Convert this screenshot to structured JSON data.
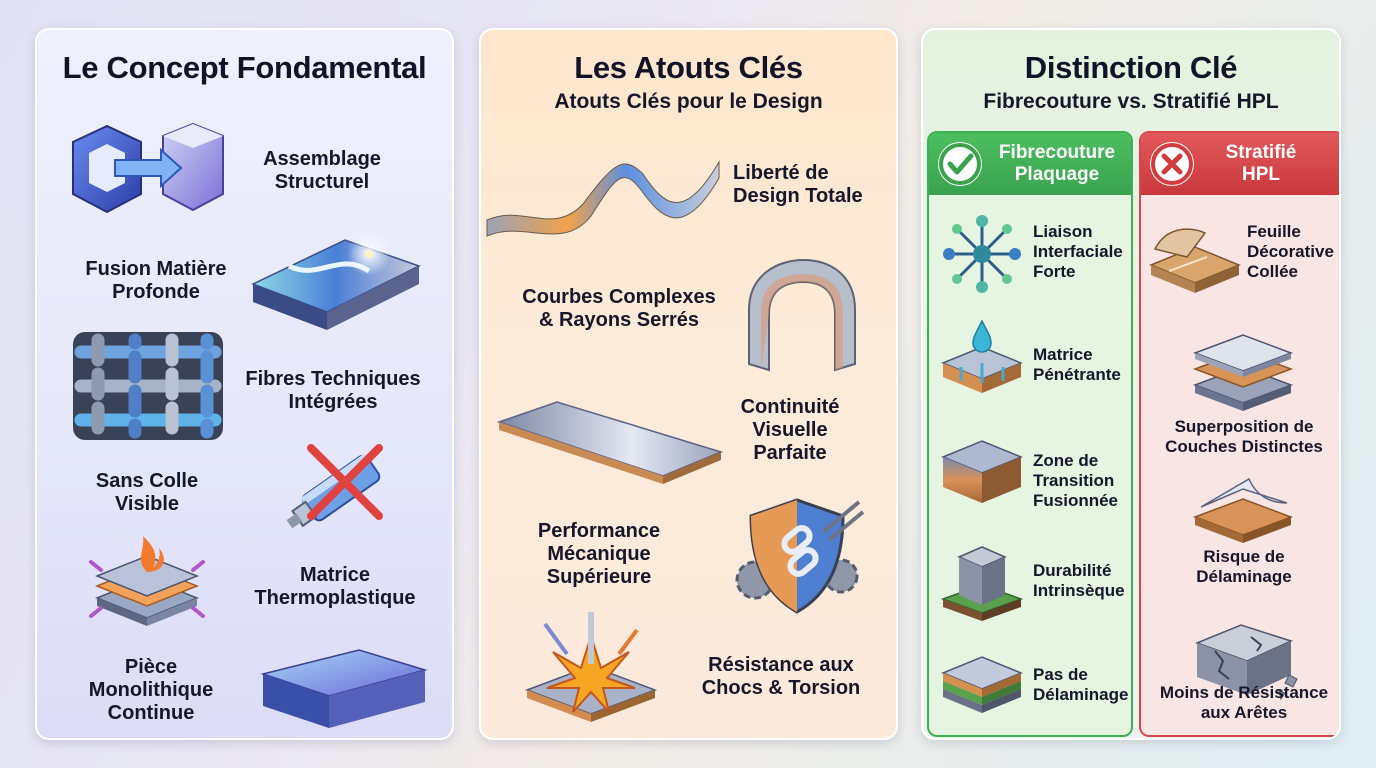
{
  "concept": {
    "title": "Le Concept Fondamental",
    "items": [
      "Assemblage\nStructurel",
      "Fusion Matière\nProfonde",
      "Fibres Techniques\nIntégrées",
      "Sans Colle\nVisible",
      "Matrice\nThermoplastique",
      "Pièce\nMonolithique\nContinue"
    ]
  },
  "atouts": {
    "title": "Les Atouts Clés",
    "subtitle": "Atouts Clés pour le Design",
    "items": [
      "Liberté de\nDesign Totale",
      "Courbes Complexes\n& Rayons Serrés",
      "Continuité\nVisuelle\nParfaite",
      "Performance\nMécanique\nSupérieure",
      "Résistance aux\nChocs & Torsion"
    ]
  },
  "distinction": {
    "title": "Distinction Clé",
    "subtitle": "Fibrecouture vs. Stratifié HPL",
    "fibrecouture": {
      "header": "Fibrecouture\nPlaquage",
      "items": [
        "Liaison\nInterfaciale\nForte",
        "Matrice\nPénétrante",
        "Zone de\nTransition\nFusionnée",
        "Durabilité\nIntrinsèque",
        "Pas de\nDélaminage"
      ]
    },
    "hpl": {
      "header": "Stratifié\nHPL",
      "items": [
        "Feuille\nDécorative\nCollée",
        "Superposition de\nCouches Distinctes",
        "Risque de\nDélaminage",
        "Moins de Résistance\naux Arêtes"
      ]
    }
  },
  "colors": {
    "green": "#3fae55",
    "red": "#d8484a"
  }
}
